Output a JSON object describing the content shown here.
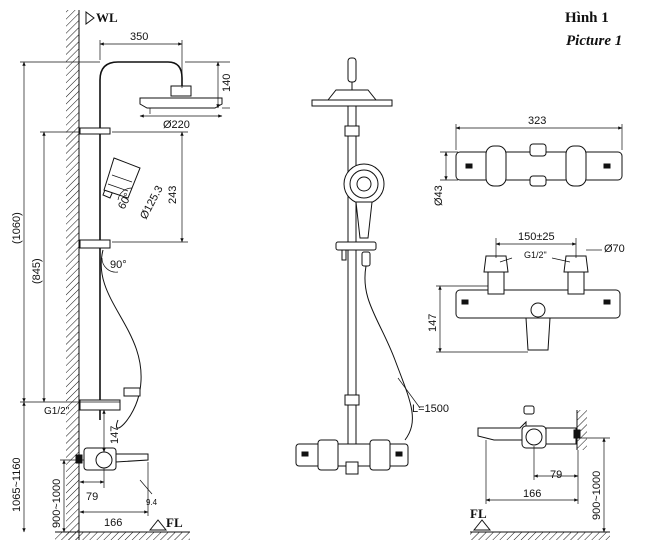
{
  "title": {
    "vi": "Hình 1",
    "en": "Picture 1"
  },
  "markers": {
    "wall": "WL",
    "floor_left": "FL",
    "floor_right": "FL"
  },
  "side_view": {
    "width_350": "350",
    "height_140": "140",
    "dia_220": "Ø220",
    "dia_125": "Ø125.3",
    "angle_60": "60°",
    "height_243": "243",
    "total_1060": "(1060)",
    "bar_845": "(845)",
    "angle_90": "90°",
    "thread_g12": "G1/2\"",
    "val_147": "147",
    "install_range": "1065~1160",
    "range_900": "900~1000",
    "val_79": "79",
    "val_166": "166",
    "angle_94": "9.4"
  },
  "front_view": {
    "hose_length": "L=1500"
  },
  "mixer_top": {
    "width_323": "323",
    "dia_43": "Ø43"
  },
  "mixer_front": {
    "spacing": "150±25",
    "thread": "G1/2\"",
    "dia_70": "Ø70",
    "height_147": "147"
  },
  "mixer_side": {
    "val_79": "79",
    "val_166": "166",
    "range_900": "900~1000"
  }
}
